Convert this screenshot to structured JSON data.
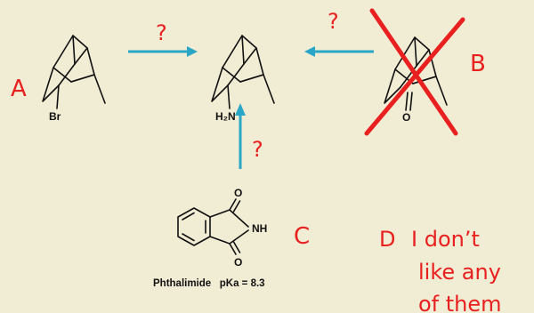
{
  "colors": {
    "background": "#f1ecd4",
    "annotation": "#e8201f",
    "arrow": "#2aa6c6",
    "bond": "#111111"
  },
  "labels": {
    "a": "A",
    "b": "B",
    "c": "C",
    "d_letter": "D",
    "d_line1": "I don’t",
    "d_line2": "like any",
    "d_line3": "of them"
  },
  "arrows": {
    "q_left": "?",
    "q_right": "?",
    "q_bottom": "?"
  },
  "molecules": {
    "a_substituent": "Br",
    "center_amine": "H₂N",
    "b_substituent": "O",
    "c_top_o": "O",
    "c_nh": "NH",
    "c_bottom_o": "O",
    "c_caption": "Phthalimide   pKa = 8.3"
  }
}
